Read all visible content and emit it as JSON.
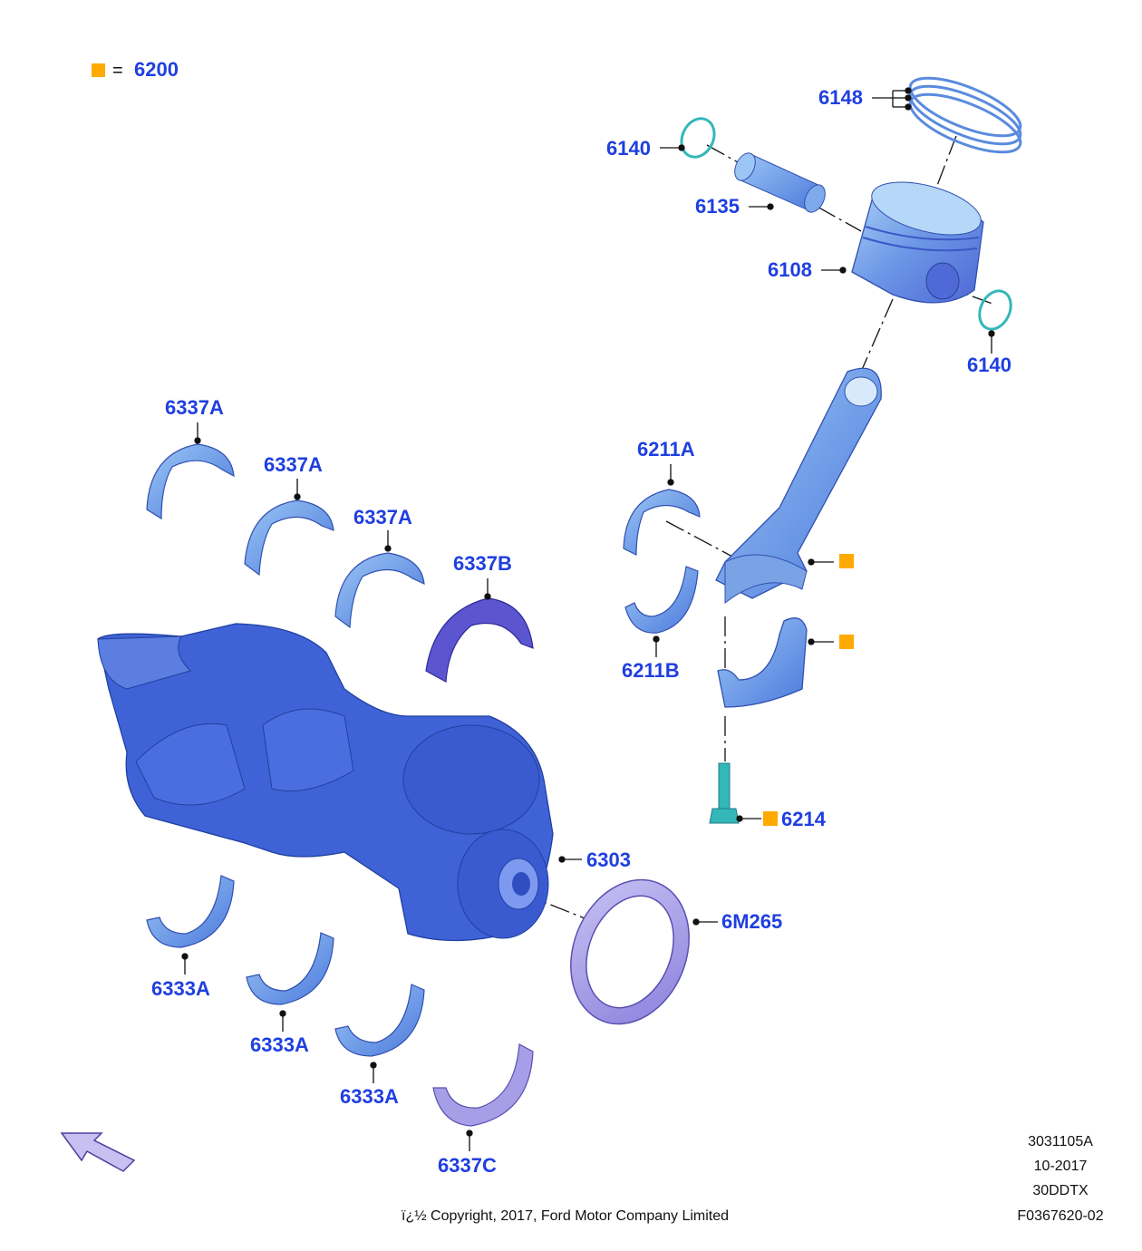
{
  "legend": {
    "equals": "=",
    "code": "6200",
    "marker_color": "#ffaa00"
  },
  "colors": {
    "label": "#1f3fe0",
    "part_light": "#6ea6ec",
    "part_dark": "#3c5fd0",
    "crank": "#3f62d6",
    "clip": "#33b7b9",
    "seal": "#a69ee6"
  },
  "callouts": {
    "c6148": "6148",
    "c6140a": "6140",
    "c6135": "6135",
    "c6108": "6108",
    "c6140b": "6140",
    "c6337a1": "6337A",
    "c6337a2": "6337A",
    "c6337a3": "6337A",
    "c6337b": "6337B",
    "c6211a": "6211A",
    "c6211b": "6211B",
    "c6214": "6214",
    "c6303": "6303",
    "c6m265": "6M265",
    "c6333a1": "6333A",
    "c6333a2": "6333A",
    "c6333a3": "6333A",
    "c6337c": "6337C"
  },
  "footer": {
    "ref1": "3031105A",
    "date": "10-2017",
    "model": "30DDTX",
    "figure": "F0367620-02",
    "copyright": "ï¿½ Copyright, 2017, Ford Motor Company Limited"
  },
  "icons": {
    "direction": "direction-arrow-icon",
    "marker": "orange-square-marker"
  }
}
